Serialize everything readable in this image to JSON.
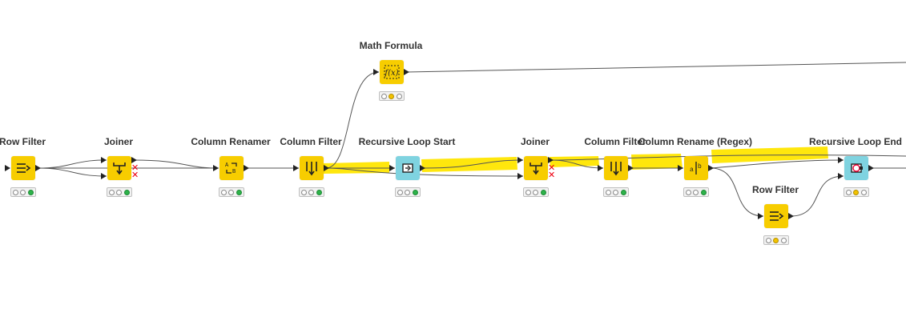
{
  "workflow": {
    "nodes": [
      {
        "id": "row-filter-1",
        "label": "Row Filter",
        "icon": "row-filter-icon",
        "color": "#f7cd00",
        "status": [
          "idle",
          "idle",
          "green"
        ]
      },
      {
        "id": "joiner-1",
        "label": "Joiner",
        "icon": "joiner-icon",
        "color": "#f7cd00",
        "status": [
          "idle",
          "idle",
          "green"
        ],
        "error_marks": true
      },
      {
        "id": "column-renamer",
        "label": "Column Renamer",
        "icon": "column-renamer-icon",
        "color": "#f7cd00",
        "status": [
          "idle",
          "idle",
          "green"
        ]
      },
      {
        "id": "column-filter-1",
        "label": "Column Filter",
        "icon": "column-filter-icon",
        "color": "#f7cd00",
        "status": [
          "idle",
          "idle",
          "green"
        ]
      },
      {
        "id": "math-formula",
        "label": "Math Formula",
        "icon": "math-formula-icon",
        "color": "#f7cd00",
        "status": [
          "idle",
          "yellow",
          "idle"
        ]
      },
      {
        "id": "recursive-loop-start",
        "label": "Recursive Loop Start",
        "icon": "loop-start-icon",
        "color": "#7fd3e0",
        "status": [
          "idle",
          "idle",
          "green"
        ]
      },
      {
        "id": "joiner-2",
        "label": "Joiner",
        "icon": "joiner-icon",
        "color": "#f7cd00",
        "status": [
          "idle",
          "idle",
          "green"
        ],
        "error_marks": true
      },
      {
        "id": "column-filter-2",
        "label": "Column Filter",
        "icon": "column-filter-icon",
        "color": "#f7cd00",
        "status": [
          "idle",
          "idle",
          "green"
        ]
      },
      {
        "id": "column-rename-regex",
        "label": "Column Rename (Regex)",
        "icon": "column-rename-regex-icon",
        "color": "#f7cd00",
        "status": [
          "idle",
          "idle",
          "green"
        ]
      },
      {
        "id": "row-filter-2",
        "label": "Row Filter",
        "icon": "row-filter-icon",
        "color": "#f7cd00",
        "status": [
          "idle",
          "yellow",
          "idle"
        ]
      },
      {
        "id": "recursive-loop-end",
        "label": "Recursive Loop End",
        "icon": "loop-end-icon",
        "color": "#7fd3e0",
        "status": [
          "idle",
          "yellow",
          "idle"
        ]
      }
    ],
    "highlight_color": "#ffe600"
  }
}
